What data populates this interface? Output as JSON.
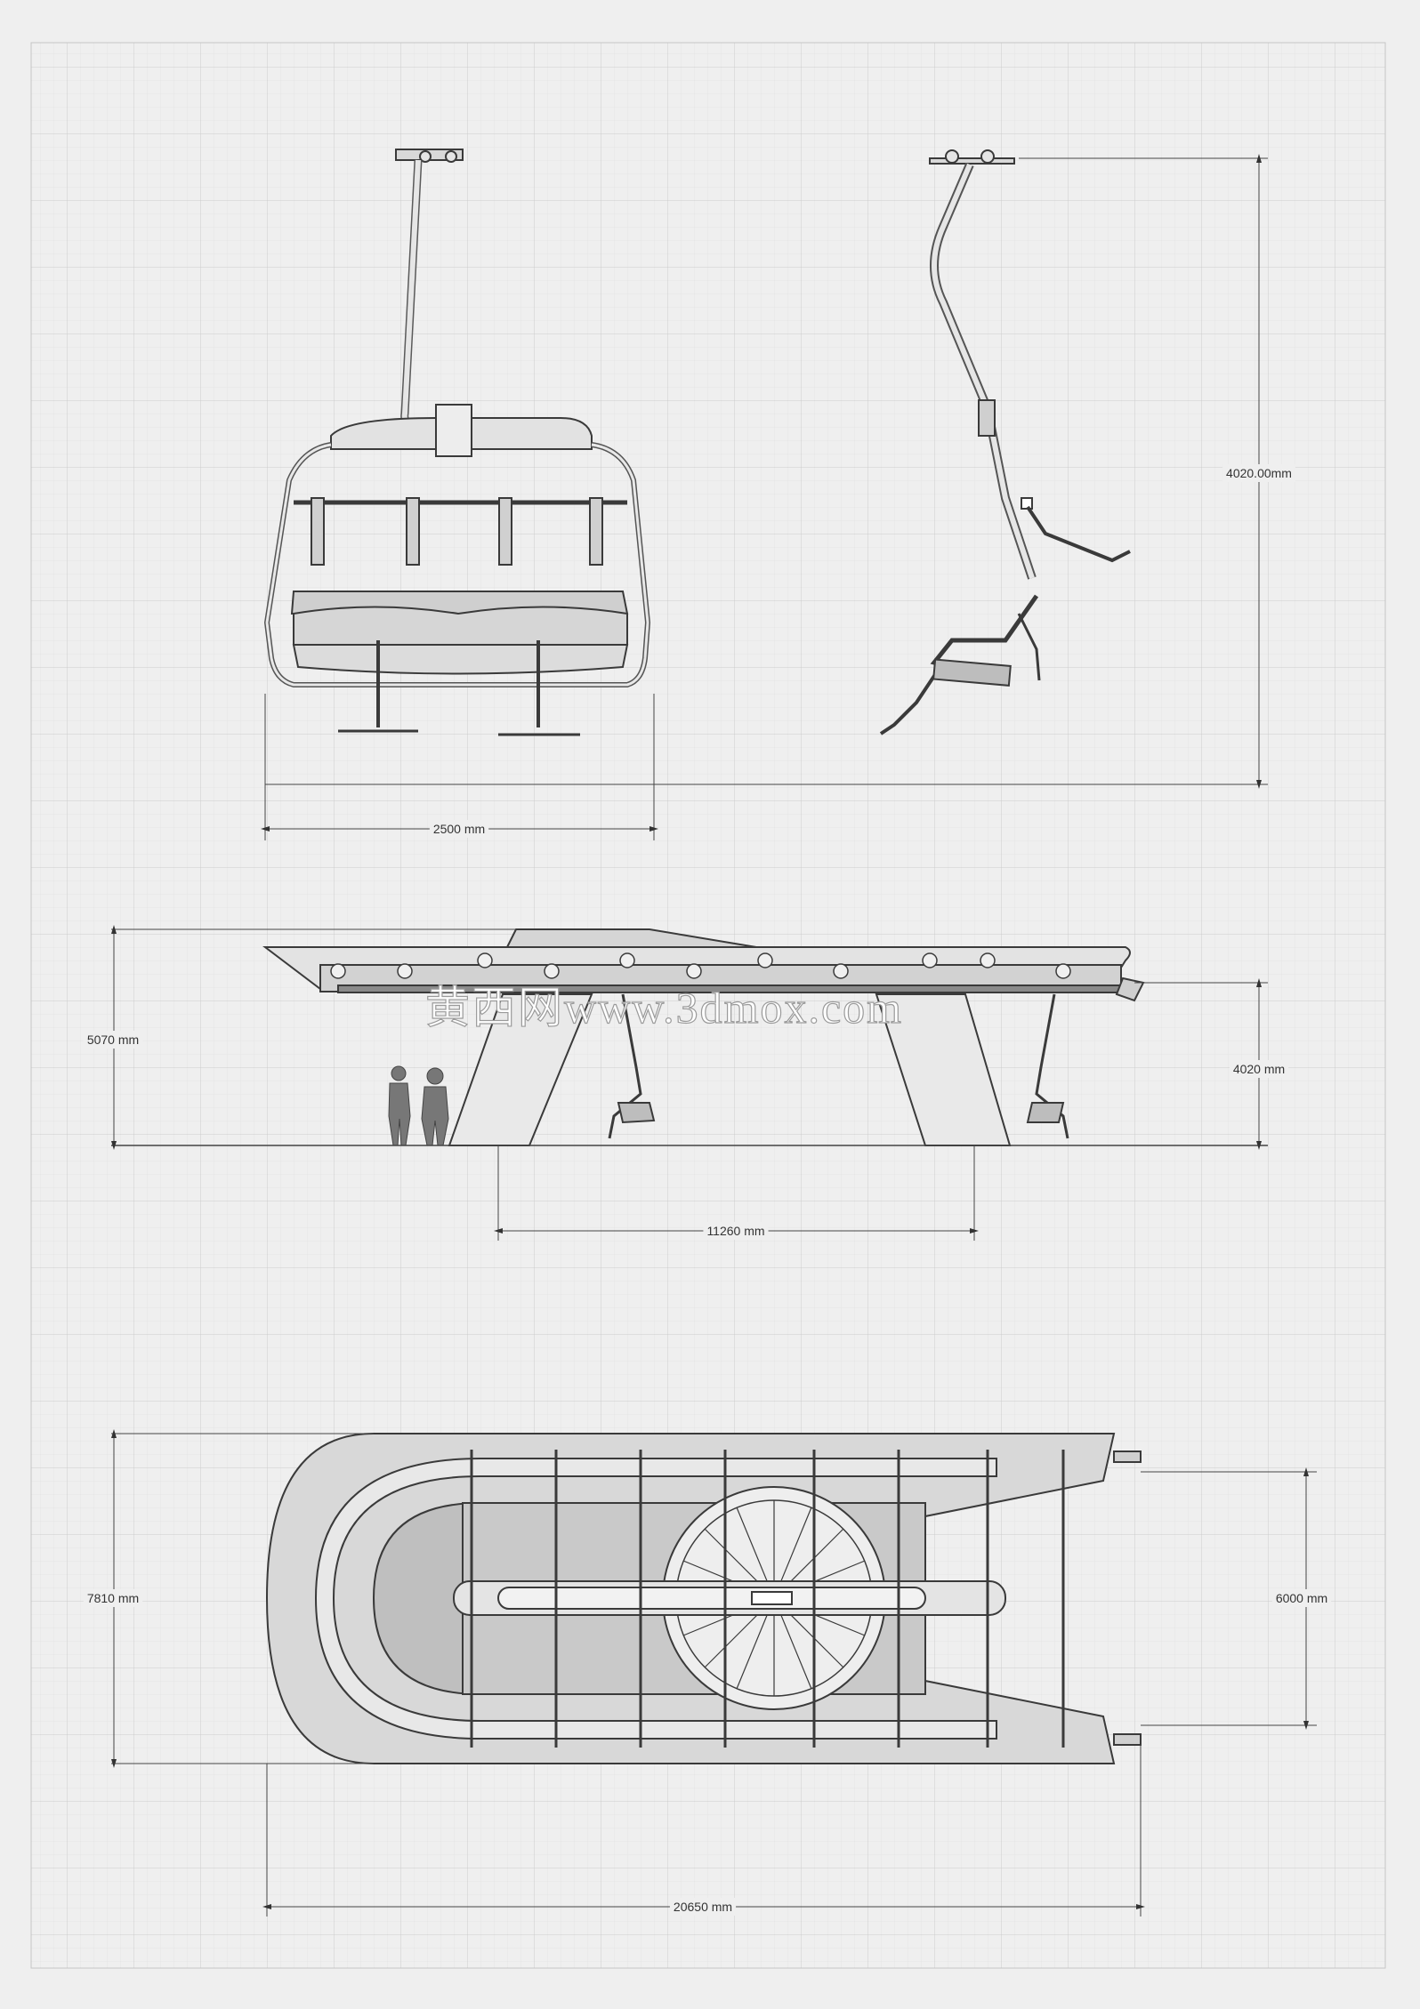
{
  "dimensions": {
    "chair_width": "2500 mm",
    "chair_height": "4020.00mm",
    "station_height": "5070 mm",
    "hanger_height": "4020 mm",
    "pylon_spacing": "11260 mm",
    "station_width": "7810 mm",
    "rail_spacing": "6000 mm",
    "station_length": "20650 mm"
  },
  "watermark": "黄西网www.3dmox.com",
  "colors": {
    "background": "#efefef",
    "grid_minor": "#dcdcdc",
    "grid_major": "#c9c9c9",
    "line": "#3a3a3a",
    "fill_light": "#e2e2e2",
    "fill_mid": "#cfcfcf",
    "fill_dark": "#9a9a9a"
  }
}
